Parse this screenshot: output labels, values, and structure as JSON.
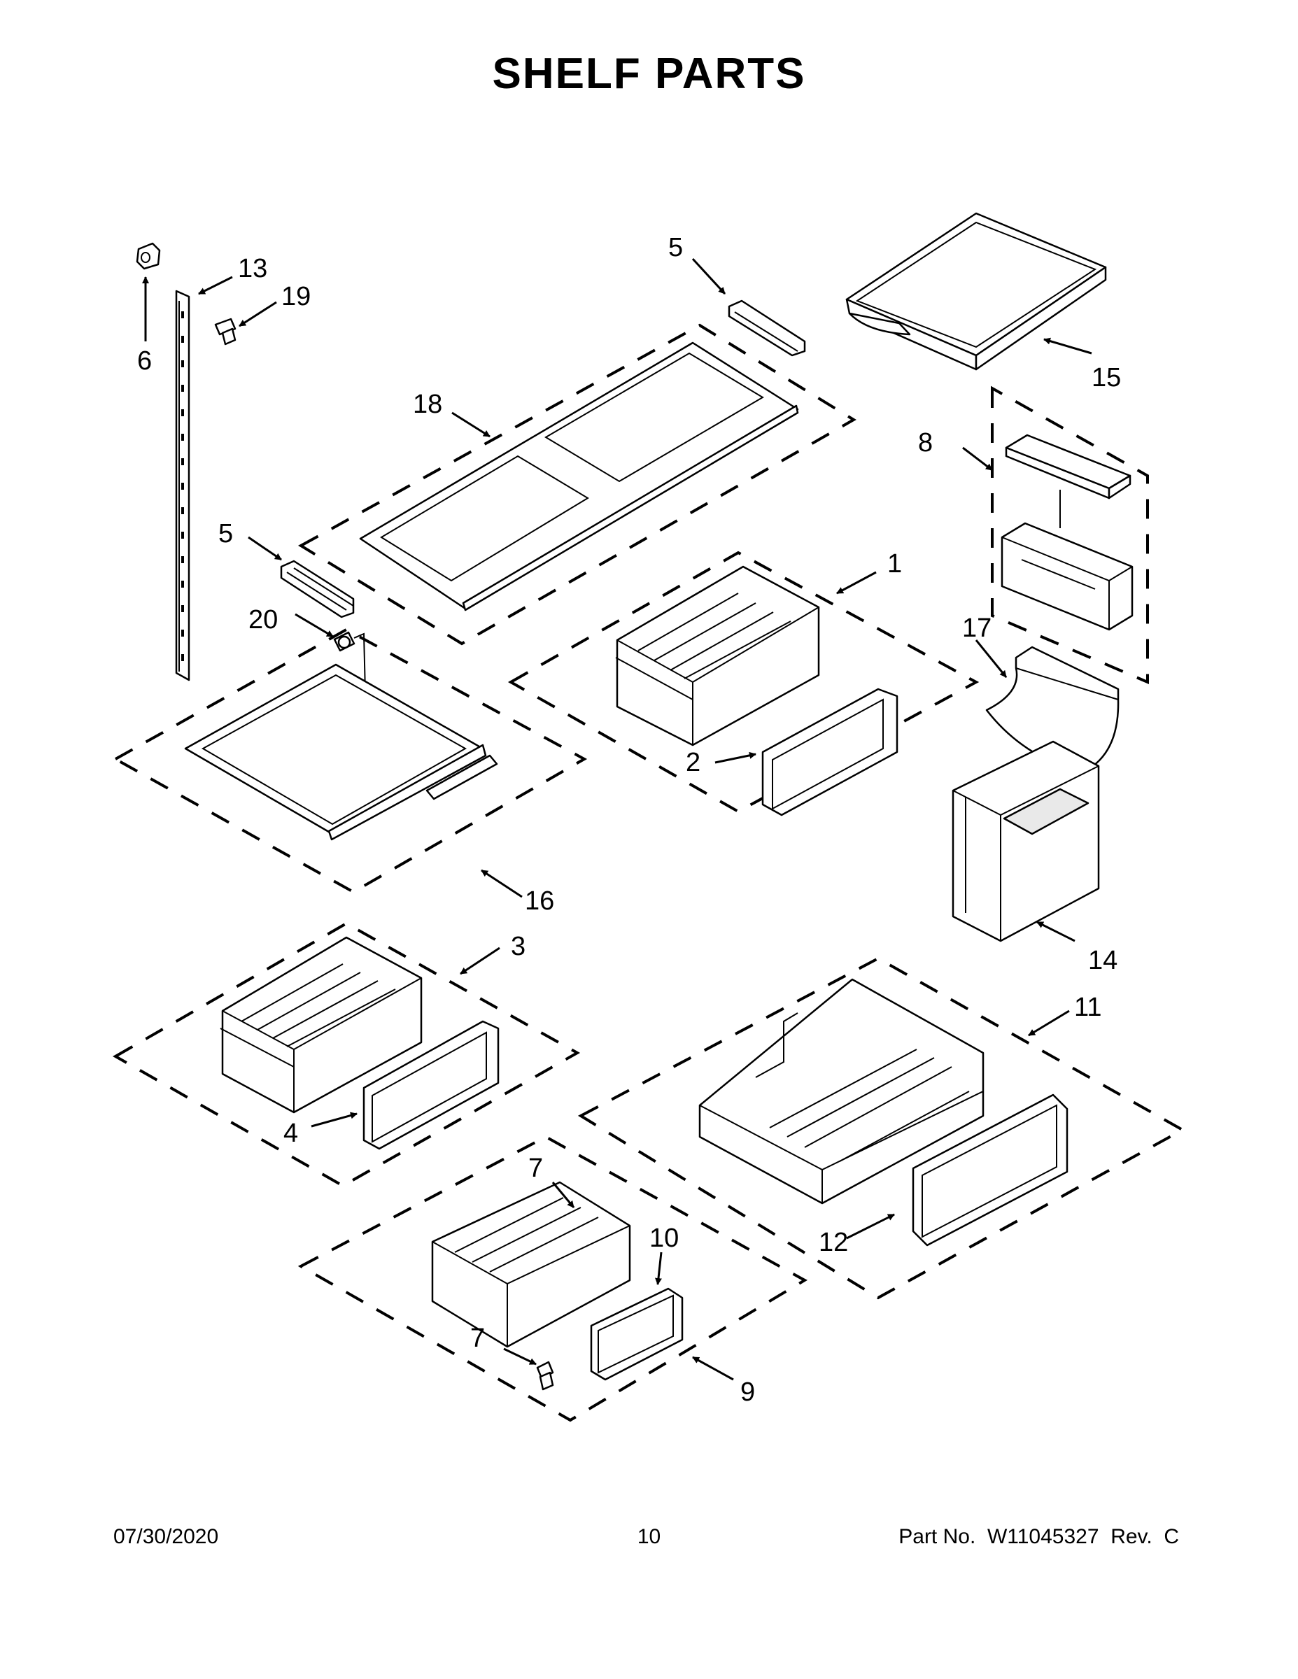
{
  "title": "SHELF PARTS",
  "footer": {
    "date": "07/30/2020",
    "page": "10",
    "part_number": "Part No.  W11045327  Rev.  C"
  },
  "callouts": {
    "c1": "1",
    "c2": "2",
    "c3": "3",
    "c4": "4",
    "c5a": "5",
    "c5b": "5",
    "c6": "6",
    "c7a": "7",
    "c7b": "7",
    "c8": "8",
    "c9": "9",
    "c10": "10",
    "c11": "11",
    "c12": "12",
    "c13": "13",
    "c14": "14",
    "c15": "15",
    "c16": "16",
    "c17": "17",
    "c18": "18",
    "c19": "19",
    "c20": "20"
  }
}
